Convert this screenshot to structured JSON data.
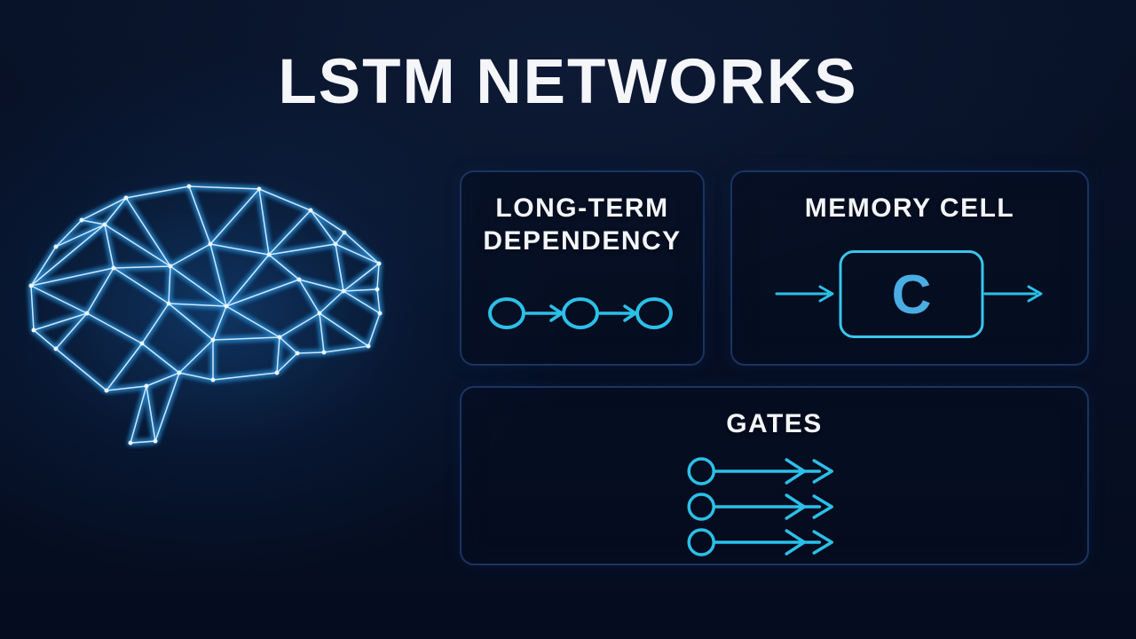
{
  "page": {
    "title": "LSTM NETWORKS"
  },
  "colors": {
    "background": "#071228",
    "panel_fill": "#050d1f",
    "panel_border": "#1b3462",
    "text_primary": "#f2f5f9",
    "accent_cyan": "#2bc0e8",
    "memory_cell_letter_blue": "#4aade4",
    "brain_line": "#cfe9ff",
    "brain_glow": "#2f8fd6"
  },
  "icons": {
    "brain": "brain-wireframe-icon",
    "long_term_dependency": "node-chain-arrow-icon",
    "memory_cell": "cell-box-flow-icon",
    "gates": "circle-arrow-row-icon"
  },
  "panels": {
    "long_term_dependency": {
      "title_lines": [
        "LONG-TERM",
        "DEPENDENCY"
      ],
      "node_count": 3
    },
    "memory_cell": {
      "title": "MEMORY CELL",
      "cell_label": "C"
    },
    "gates": {
      "title": "GATES",
      "arrow_row_count": 3
    }
  }
}
